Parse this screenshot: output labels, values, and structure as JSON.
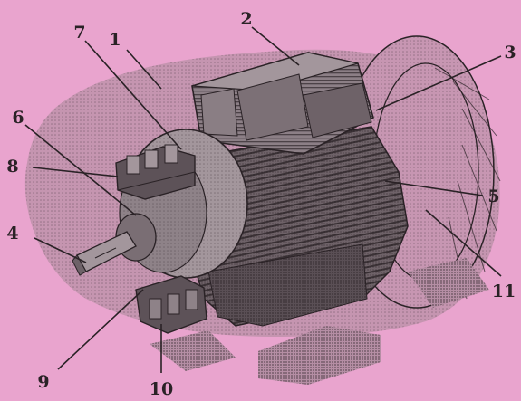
{
  "colors": {
    "page_background": "#e9a4ce",
    "halftone_shadow": "#b890a6",
    "ink": "#2a2226",
    "metal_light": "#a3969c",
    "metal_mid": "#6e6268",
    "metal_dark": "#433a3e"
  },
  "figure": {
    "callouts": [
      {
        "id": "1",
        "label": "1"
      },
      {
        "id": "2",
        "label": "2"
      },
      {
        "id": "3",
        "label": "3"
      },
      {
        "id": "4",
        "label": "4"
      },
      {
        "id": "5",
        "label": "5"
      },
      {
        "id": "6",
        "label": "6"
      },
      {
        "id": "7",
        "label": "7"
      },
      {
        "id": "8",
        "label": "8"
      },
      {
        "id": "9",
        "label": "9"
      },
      {
        "id": "10",
        "label": "10"
      },
      {
        "id": "11",
        "label": "11"
      }
    ]
  }
}
